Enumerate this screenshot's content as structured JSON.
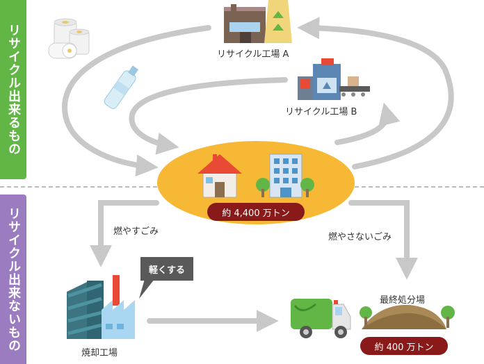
{
  "side_labels": {
    "recyclable": "リサイクル出来るもの",
    "non_recyclable": "リサイクル出来ないもの"
  },
  "facilities": {
    "factory_a": "リサイクル工場 A",
    "factory_b": "リサイクル工場 B",
    "incinerator": "焼却工場",
    "landfill": "最終処分場"
  },
  "flows": {
    "burnable": "燃やすごみ",
    "non_burnable": "燃やさないごみ",
    "reduce_callout": "軽くする"
  },
  "amounts": {
    "center_total": "約 4,400 万トン",
    "landfill_total": "約 400 万トン"
  },
  "colors": {
    "green": "#62b646",
    "purple": "#9b7cc0",
    "center_ellipse": "#f7b935",
    "amount_pill": "#8a1a1a",
    "arrow": "#c8c8c8"
  }
}
